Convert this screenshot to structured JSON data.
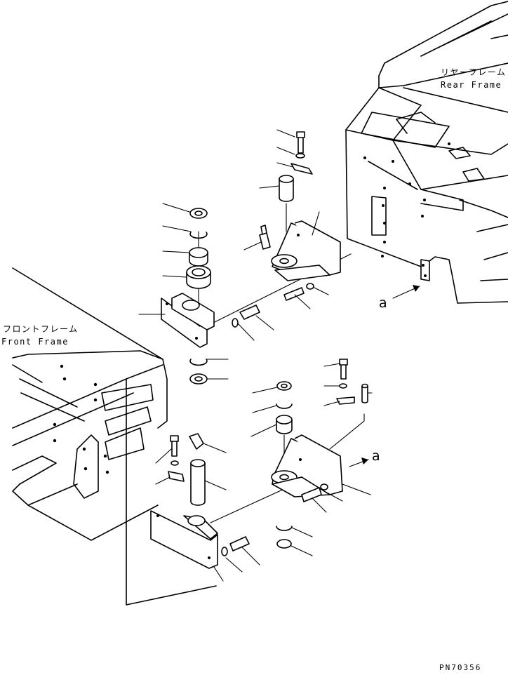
{
  "labels": {
    "rear_frame_jp": "リヤーフレーム",
    "rear_frame_en": "Rear Frame",
    "front_frame_jp": "フロントフレーム",
    "front_frame_en": "Front Frame",
    "marker_upper": "a",
    "marker_lower": "a",
    "drawing_code": "PN70356"
  },
  "icons": {
    "arrow": "arrow-icon"
  }
}
